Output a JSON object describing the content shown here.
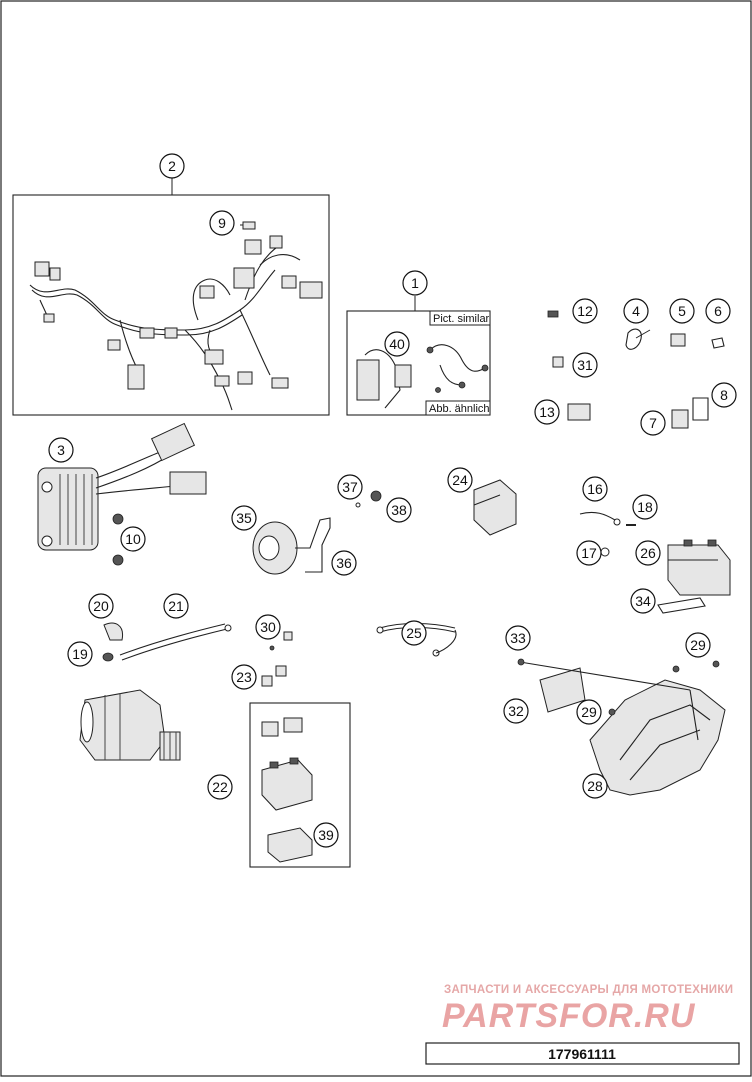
{
  "labels": {
    "pict_similar": "Pict. similar",
    "abb_aehnlich": "Abb. ähnlich"
  },
  "watermark": {
    "tagline": "ЗАПЧАСТИ И АКСЕССУАРЫ ДЛЯ МОТОТЕХНИКИ",
    "brand": "PARTSFOR.RU"
  },
  "document_number": "177961111",
  "callouts": [
    "1",
    "2",
    "3",
    "4",
    "5",
    "6",
    "7",
    "8",
    "9",
    "10",
    "12",
    "13",
    "16",
    "17",
    "18",
    "19",
    "20",
    "21",
    "22",
    "23",
    "24",
    "25",
    "26",
    "28",
    "29",
    "30",
    "31",
    "32",
    "33",
    "34",
    "35",
    "36",
    "37",
    "38",
    "39",
    "40"
  ]
}
